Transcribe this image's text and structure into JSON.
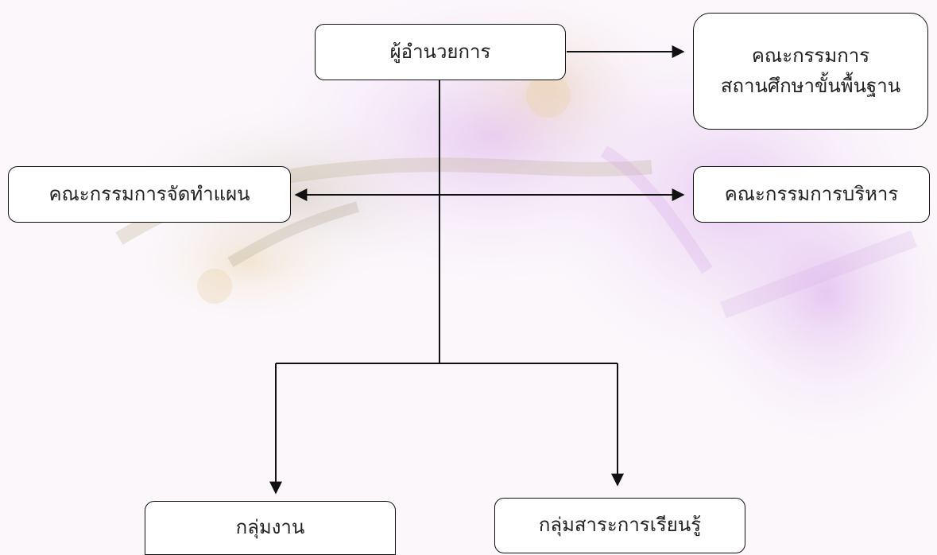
{
  "nodes": {
    "director": "ผู้อำนวยการ",
    "school_board": {
      "line1": "คณะกรรมการ",
      "line2": "สถานศึกษาขั้นพื้นฐาน"
    },
    "planning_committee": "คณะกรรมการจัดทำแผน",
    "executive_committee": "คณะกรรมการบริหาร",
    "work_groups": "กลุ่มงาน",
    "learning_area_groups": "กลุ่มสาระการเรียนรู้"
  },
  "colors": {
    "line": "#111111",
    "box_fill": "#ffffff",
    "text": "#222222",
    "background": "#fbf7fb",
    "flower_tint": "#d7a8e6"
  }
}
